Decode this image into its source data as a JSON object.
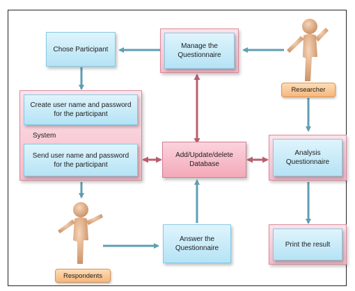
{
  "diagram": {
    "nodes": {
      "manage_questionnaire": "Manage the Questionnaire",
      "chose_participant": "Chose Participant",
      "create_user": "Create user name and password for the participant",
      "system": "System",
      "send_user": "Send user name and password for the participant",
      "database": "Add/Update/delete Database",
      "analysis": "Analysis Questionnaire",
      "answer": "Answer the Questionnaire",
      "print_result": "Print the result"
    },
    "actors": {
      "researcher": "Researcher",
      "respondents": "Respondents"
    },
    "colors": {
      "blue_fill": "#c9ecf9",
      "pink_fill": "#f5b6c4",
      "orange_fill": "#f8c690",
      "arrow_teal": "#5f9eb3",
      "arrow_red": "#b85f6d",
      "figure": "#e4b795"
    }
  }
}
